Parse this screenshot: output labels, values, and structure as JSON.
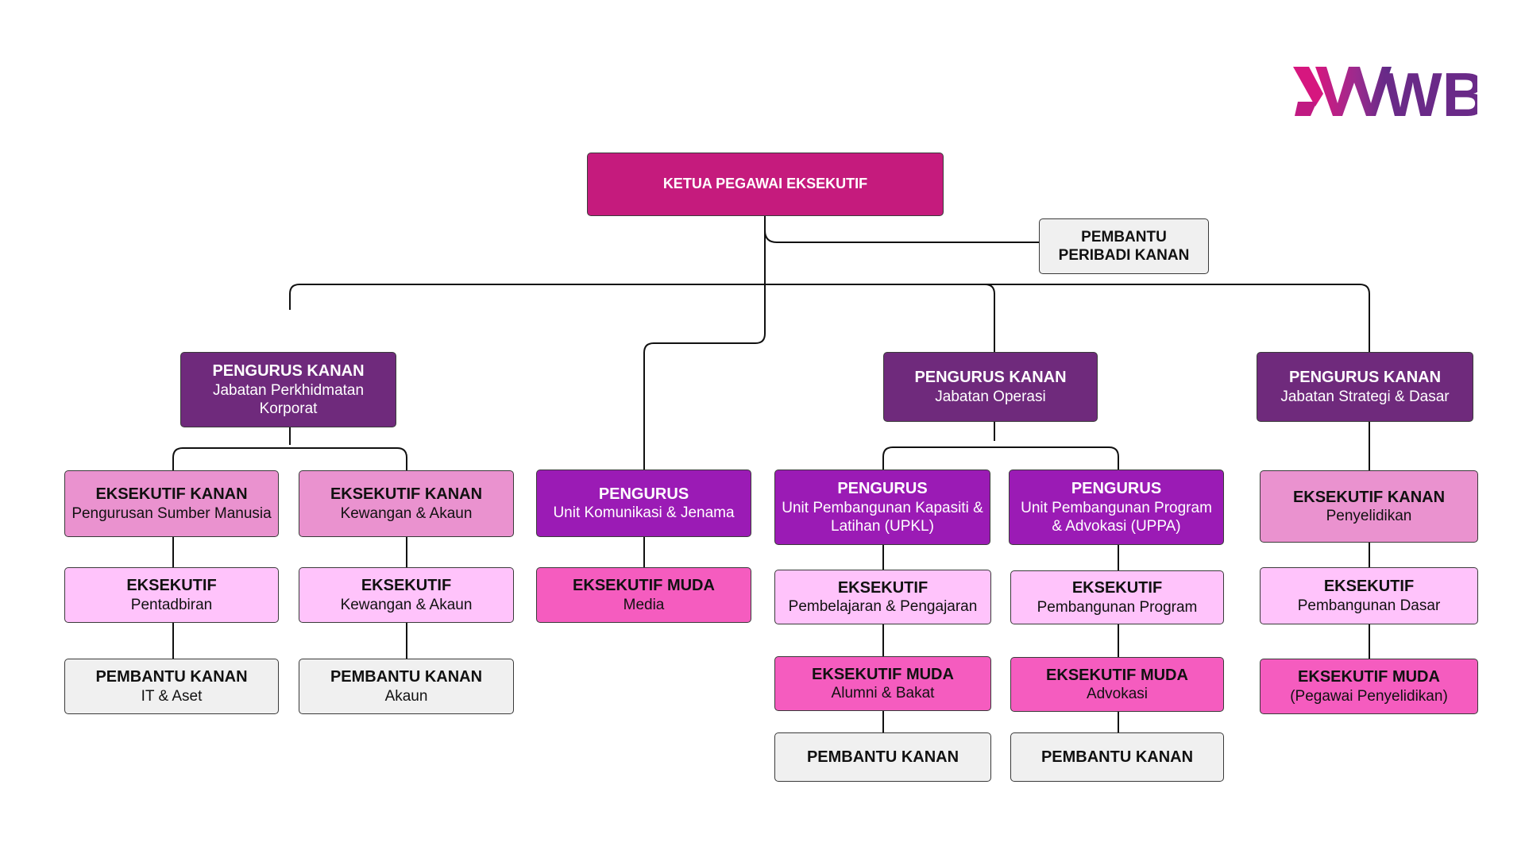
{
  "logo": {
    "text": "WBS",
    "colors": [
      "#d6177f",
      "#9a2b8e",
      "#5b2a86"
    ]
  },
  "colors": {
    "ketua": "#c51b7d",
    "pengurus_kanan": "#6f2a7c",
    "pengurus": "#9b1bb5",
    "eksekutif_kanan": "#ea92cf",
    "eksekutif": "#ffc3fb",
    "eksekutif_muda": "#f55cbf",
    "pembantu_kanan": "#f0f0f0"
  },
  "chart": {
    "ceo": {
      "title": "KETUA PEGAWAI EKSEKUTIF",
      "sub": ""
    },
    "pa": {
      "title": "PEMBANTU\nPERIBADI KANAN",
      "sub": ""
    },
    "pk_korporat": {
      "title": "PENGURUS KANAN",
      "sub": "Jabatan Perkhidmatan\nKorporat"
    },
    "pk_operasi": {
      "title": "PENGURUS KANAN",
      "sub": "Jabatan Operasi"
    },
    "pk_strategi": {
      "title": "PENGURUS KANAN",
      "sub": "Jabatan Strategi & Dasar"
    },
    "p_media": {
      "title": "PENGURUS",
      "sub": "Unit Komunikasi & Jenama"
    },
    "p_upkl": {
      "title": "PENGURUS",
      "sub": "Unit Pembangunan Kapasiti &\nLatihan (UPKL)"
    },
    "p_uppa": {
      "title": "PENGURUS",
      "sub": "Unit Pembangunan Program\n& Advokasi (UPPA)"
    },
    "ek_sm": {
      "title": "EKSEKUTIF KANAN",
      "sub": "Pengurusan Sumber Manusia"
    },
    "ek_kew": {
      "title": "EKSEKUTIF KANAN",
      "sub": "Kewangan & Akaun"
    },
    "ek_peny": {
      "title": "EKSEKUTIF KANAN",
      "sub": "Penyelidikan"
    },
    "e_pent": {
      "title": "EKSEKUTIF",
      "sub": "Pentadbiran"
    },
    "e_kew": {
      "title": "EKSEKUTIF",
      "sub": "Kewangan & Akaun"
    },
    "e_pemb": {
      "title": "EKSEKUTIF",
      "sub": "Pembelajaran & Pengajaran"
    },
    "e_prog": {
      "title": "EKSEKUTIF",
      "sub": "Pembangunan Program"
    },
    "e_dasar": {
      "title": "EKSEKUTIF",
      "sub": "Pembangunan Dasar"
    },
    "em_media": {
      "title": "EKSEKUTIF MUDA",
      "sub": "Media"
    },
    "em_alumni": {
      "title": "EKSEKUTIF MUDA",
      "sub": "Alumni & Bakat"
    },
    "em_adv": {
      "title": "EKSEKUTIF MUDA",
      "sub": "Advokasi"
    },
    "em_peny": {
      "title": "EKSEKUTIF MUDA",
      "sub": "(Pegawai Penyelidikan)"
    },
    "pb_it": {
      "title": "PEMBANTU KANAN",
      "sub": "IT & Aset"
    },
    "pb_akaun": {
      "title": "PEMBANTU KANAN",
      "sub": "Akaun"
    },
    "pb_upkl": {
      "title": "PEMBANTU KANAN",
      "sub": ""
    },
    "pb_uppa": {
      "title": "PEMBANTU KANAN",
      "sub": ""
    }
  }
}
